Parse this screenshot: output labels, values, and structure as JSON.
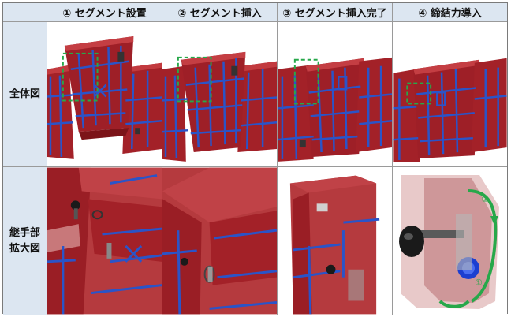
{
  "header": {
    "steps": [
      "① セグメント設置",
      "② セグメント挿入",
      "③ セグメント挿入完了",
      "④ 締結力導入"
    ]
  },
  "rows": {
    "overall_label": "全体図",
    "joint_label_line1": "継手部",
    "joint_label_line2": "拡大図"
  },
  "diagram_annotations": {
    "arrow_label_2": "②",
    "arrow_label_1": "①"
  },
  "colors": {
    "header_bg": "#dce6f1",
    "segment_red": "#a8262c",
    "rebar_blue": "#2a54c8",
    "highlight_green": "#27a84a"
  }
}
